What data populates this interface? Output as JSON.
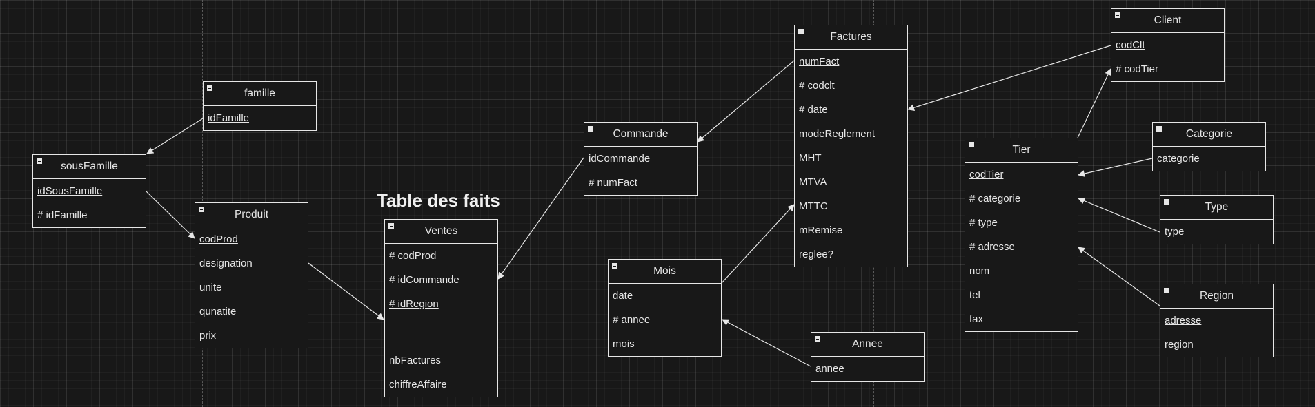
{
  "diagram_title": "Table des faits",
  "entities": {
    "famille": {
      "title": "famille",
      "rows": [
        {
          "text": "idFamille",
          "pk": true
        }
      ]
    },
    "sousFamille": {
      "title": "sousFamille",
      "rows": [
        {
          "text": "idSousFamille",
          "pk": true
        },
        {
          "text": "# idFamille",
          "pk": false
        }
      ]
    },
    "produit": {
      "title": "Produit",
      "rows": [
        {
          "text": "codProd",
          "pk": true
        },
        {
          "text": "designation",
          "pk": false
        },
        {
          "text": "unite",
          "pk": false
        },
        {
          "text": "qunatite",
          "pk": false
        },
        {
          "text": "prix",
          "pk": false
        }
      ]
    },
    "ventes": {
      "title": "Ventes",
      "rows": [
        {
          "text": "# codProd",
          "pk": true
        },
        {
          "text": "# idCommande",
          "pk": true
        },
        {
          "text": "# idRegion",
          "pk": true
        },
        {
          "text": "nbFactures",
          "pk": false
        },
        {
          "text": "chiffreAffaire",
          "pk": false
        }
      ]
    },
    "commande": {
      "title": "Commande",
      "rows": [
        {
          "text": "idCommande",
          "pk": true
        },
        {
          "text": "# numFact",
          "pk": false
        }
      ]
    },
    "mois": {
      "title": "Mois",
      "rows": [
        {
          "text": "date",
          "pk": true
        },
        {
          "text": "# annee",
          "pk": false
        },
        {
          "text": "mois",
          "pk": false
        }
      ]
    },
    "factures": {
      "title": "Factures",
      "rows": [
        {
          "text": "numFact",
          "pk": true
        },
        {
          "text": "# codclt",
          "pk": false
        },
        {
          "text": "# date",
          "pk": false
        },
        {
          "text": "modeReglement",
          "pk": false
        },
        {
          "text": "MHT",
          "pk": false
        },
        {
          "text": "MTVA",
          "pk": false
        },
        {
          "text": "MTTC",
          "pk": false
        },
        {
          "text": "mRemise",
          "pk": false
        },
        {
          "text": "reglee?",
          "pk": false
        }
      ]
    },
    "annee": {
      "title": "Annee",
      "rows": [
        {
          "text": "annee",
          "pk": true
        }
      ]
    },
    "client": {
      "title": "Client",
      "rows": [
        {
          "text": "codClt",
          "pk": true
        },
        {
          "text": "# codTier",
          "pk": false
        }
      ]
    },
    "tier": {
      "title": "Tier",
      "rows": [
        {
          "text": "codTier",
          "pk": true
        },
        {
          "text": "# categorie",
          "pk": false
        },
        {
          "text": "# type",
          "pk": false
        },
        {
          "text": "# adresse",
          "pk": false
        },
        {
          "text": "nom",
          "pk": false
        },
        {
          "text": "tel",
          "pk": false
        },
        {
          "text": "fax",
          "pk": false
        }
      ]
    },
    "categorie": {
      "title": "Categorie",
      "rows": [
        {
          "text": "categorie",
          "pk": true
        }
      ]
    },
    "type": {
      "title": "Type",
      "rows": [
        {
          "text": "type",
          "pk": true
        }
      ]
    },
    "region": {
      "title": "Region",
      "rows": [
        {
          "text": "adresse",
          "pk": true
        },
        {
          "text": "region",
          "pk": false
        }
      ]
    }
  },
  "relations": [
    {
      "from": "famille",
      "to": "sousFamille"
    },
    {
      "from": "sousFamille",
      "to": "produit"
    },
    {
      "from": "produit",
      "to": "ventes"
    },
    {
      "from": "commande",
      "to": "ventes"
    },
    {
      "from": "factures",
      "to": "commande"
    },
    {
      "from": "mois",
      "to": "factures"
    },
    {
      "from": "annee",
      "to": "mois"
    },
    {
      "from": "client",
      "to": "factures"
    },
    {
      "from": "tier",
      "to": "client"
    },
    {
      "from": "categorie",
      "to": "tier"
    },
    {
      "from": "type",
      "to": "tier"
    },
    {
      "from": "region",
      "to": "tier"
    }
  ],
  "colors": {
    "background": "#181818",
    "line": "#e6e6e6",
    "text": "#e6e6e6"
  }
}
